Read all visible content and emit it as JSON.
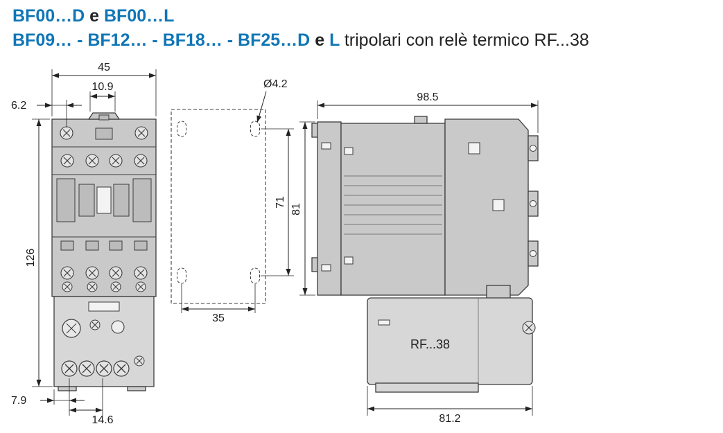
{
  "title": {
    "line1_models_a": "BF00…D",
    "line1_conj": "e",
    "line1_models_b": "BF00…L",
    "line2_models": "BF09… - BF12… - BF18… - BF25…D",
    "line2_conj": "e",
    "line2_model_l": "L",
    "line2_rest": "tripolari con relè termico RF...38"
  },
  "dimensions": {
    "front": {
      "width": "45",
      "top_offset": "10.9",
      "left_offset": "6.2",
      "height": "126",
      "bottom_offset": "7.9",
      "terminal_pitch": "14.6"
    },
    "drilling": {
      "hole_dia": "Ø4.2",
      "vertical": "71",
      "horizontal": "35"
    },
    "side": {
      "depth": "98.5",
      "height": "81",
      "relay_depth": "81.2"
    }
  },
  "labels": {
    "relay_model": "RF...38"
  },
  "colors": {
    "accent": "#0f76b6",
    "ink": "#1c1c1c",
    "body_gray": "#c9c9c9",
    "relay_gray": "#d7d7d7"
  }
}
